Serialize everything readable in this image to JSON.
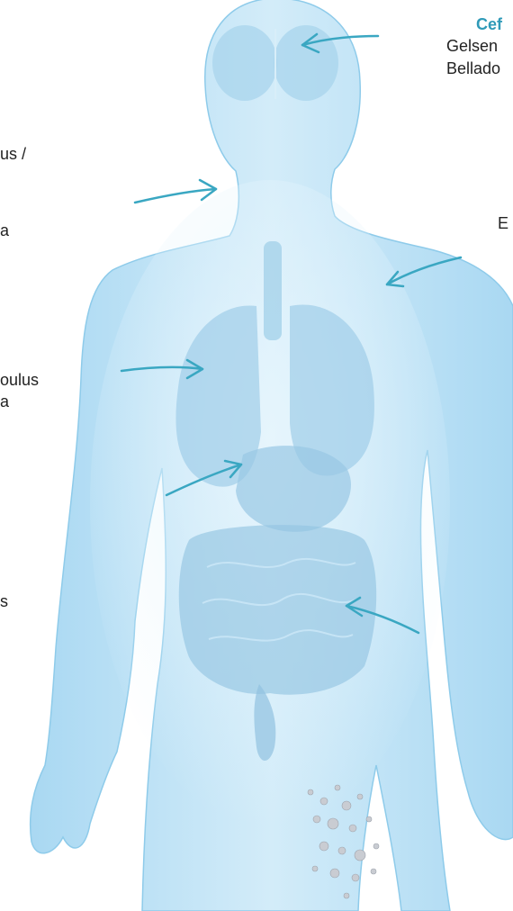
{
  "colors": {
    "body_fill": "#bfe4f7",
    "body_edge": "#8ecbea",
    "organ_fill": "#9fcde8",
    "arrow": "#3aa7c2",
    "title_text": "#2f9ab8",
    "label_text": "#222222"
  },
  "labels": {
    "head_title": "Cef",
    "head_line1": "Gelsen",
    "head_line2": "Bellado",
    "left_neck": "us /",
    "left_neck2": "a",
    "right_shoulder": "E",
    "left_chest1": "oulus",
    "left_chest2": "a",
    "left_abdomen": "s"
  },
  "icons": {
    "arrows": "arrow-icon",
    "bubbles": "effervescent-bubbles-icon"
  }
}
